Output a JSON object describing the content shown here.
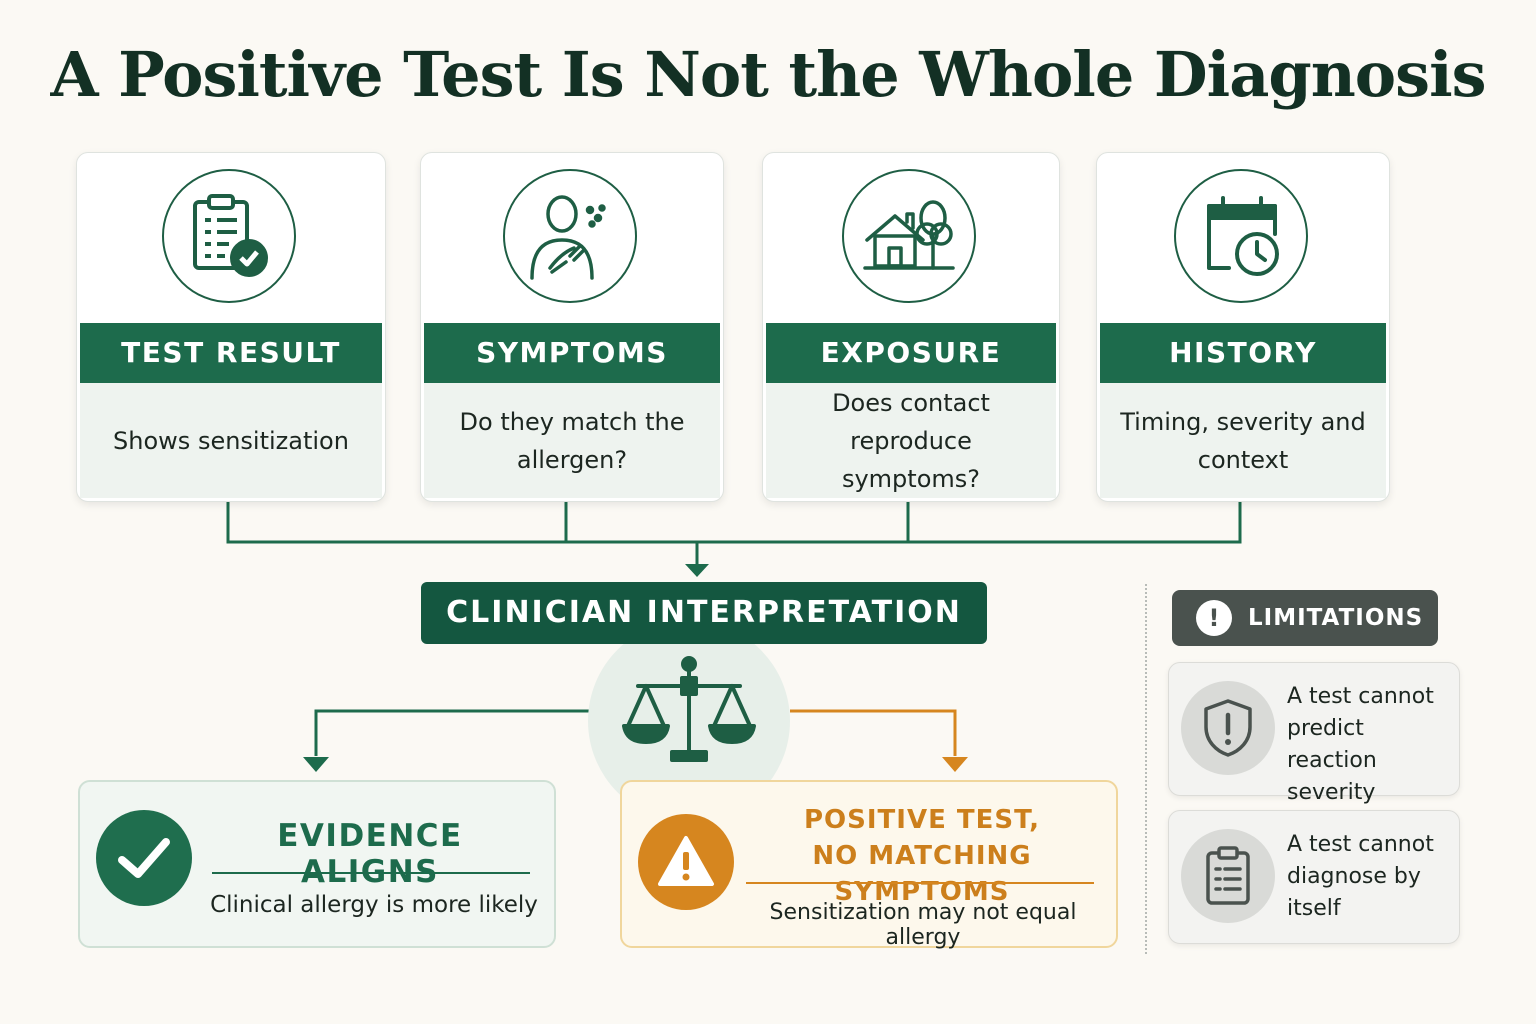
{
  "title": "A Positive Test Is Not the Whole Diagnosis",
  "factors": [
    {
      "label": "TEST RESULT",
      "description": "Shows sensitization",
      "icon": "clipboard-check-icon"
    },
    {
      "label": "SYMPTOMS",
      "description": "Do they match the allergen?",
      "icon": "person-symptoms-icon"
    },
    {
      "label": "EXPOSURE",
      "description": "Does contact reproduce symptoms?",
      "icon": "house-tree-icon"
    },
    {
      "label": "HISTORY",
      "description": "Timing, severity and context",
      "icon": "calendar-clock-icon"
    }
  ],
  "interpretation": {
    "label": "CLINICIAN INTERPRETATION",
    "icon": "balance-scale-icon"
  },
  "outcomes": {
    "aligns": {
      "title": "EVIDENCE ALIGNS",
      "subtitle": "Clinical allergy is more likely",
      "icon": "check-circle-icon"
    },
    "mismatch": {
      "title_line1": "POSITIVE TEST,",
      "title_line2": "NO MATCHING SYMPTOMS",
      "subtitle": "Sensitization may not equal allergy",
      "icon": "warning-icon"
    }
  },
  "limitations": {
    "header": "LIMITATIONS",
    "items": [
      {
        "text": "A test cannot predict reaction severity",
        "icon": "shield-alert-icon"
      },
      {
        "text": "A test cannot diagnose by itself",
        "icon": "clipboard-list-icon"
      }
    ]
  },
  "colors": {
    "green": "#1d6b4c",
    "dark_green": "#145740",
    "orange": "#d6861f",
    "gray": "#4a524e",
    "background": "#fbf9f4"
  }
}
